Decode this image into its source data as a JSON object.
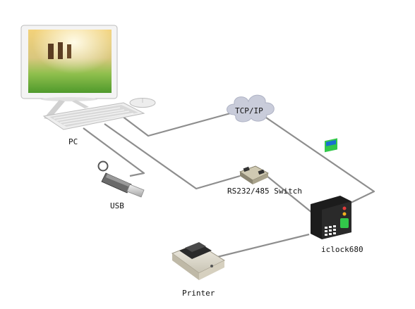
{
  "labels": {
    "pc": "PC",
    "usb": "USB",
    "tcpip": "TCP/IP",
    "switch": "RS232/485 Switch",
    "device": "iclock680",
    "printer": "Printer"
  },
  "colors": {
    "cable": "#8e8e8e",
    "cloud": "#c9ccda",
    "device_body": "#1c1c1c",
    "screen_green": "#32c84a"
  },
  "icons": [
    "desktop-computer-icon",
    "keyboard-icon",
    "mouse-icon",
    "usb-drive-icon",
    "network-cloud-icon",
    "serial-switch-icon",
    "time-attendance-terminal-icon",
    "receipt-printer-icon"
  ]
}
